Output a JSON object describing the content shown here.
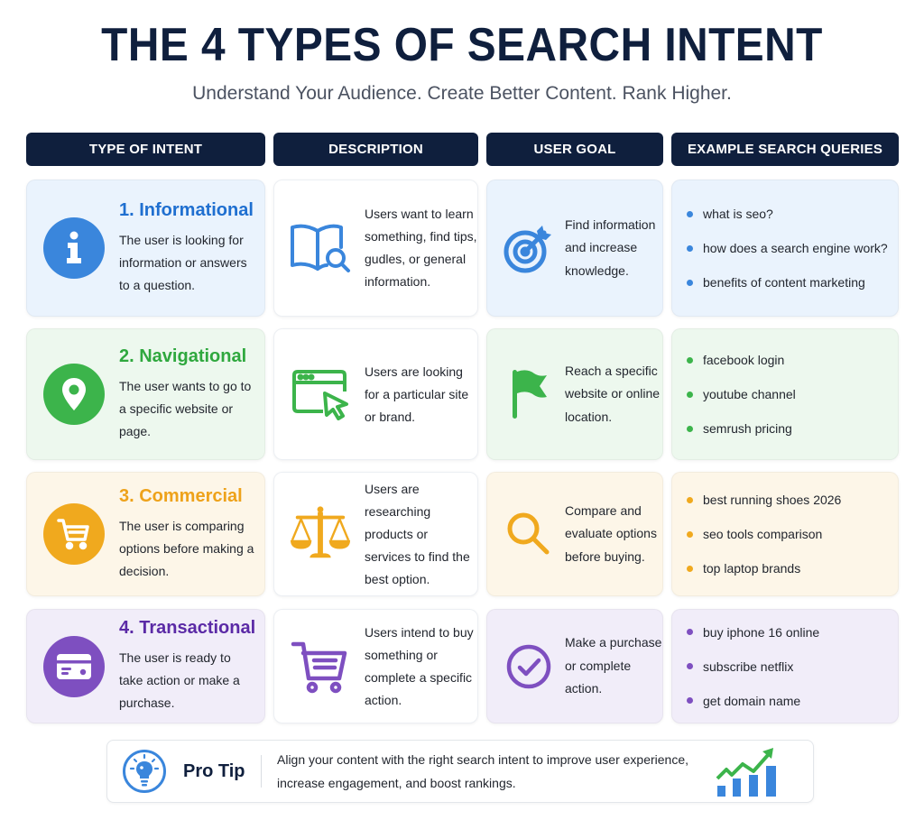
{
  "header": {
    "title": "THE 4  TYPES OF SEARCH INTENT",
    "subtitle": "Understand Your Audience. Create Better Content. Rank Higher."
  },
  "columns": [
    "TYPE OF INTENT",
    "DESCRIPTION",
    "USER GOAL",
    "EXAMPLE SEARCH QUERIES"
  ],
  "colors": {
    "navy": "#0f1f3d",
    "informational": "#3a86dc",
    "navigational": "#3cb44b",
    "commercial": "#f0a91e",
    "transactional": "#7e4fc0"
  },
  "rows": [
    {
      "type_name": "1. Informational",
      "type_desc": "The user is looking for information or answers to a question.",
      "type_icon": "info-icon",
      "description": "Users want to learn something, find tips, gudles, or general information.",
      "description_icon": "book-search-icon",
      "goal": "Find information and increase knowledge.",
      "goal_icon": "target-icon",
      "examples": [
        "what is seo?",
        "how does a search engine work?",
        "benefits of content marketing"
      ]
    },
    {
      "type_name": "2. Navigational",
      "type_desc": "The user wants to go to a specific website or page.",
      "type_icon": "location-pin-icon",
      "description": "Users are looking for a particular site or brand.",
      "description_icon": "browser-cursor-icon",
      "goal": "Reach a specific website or online location.",
      "goal_icon": "flag-icon",
      "examples": [
        "facebook login",
        "youtube channel",
        "semrush pricing"
      ]
    },
    {
      "type_name": "3. Commercial",
      "type_desc": "The user is comparing options before making a decision.",
      "type_icon": "cart-icon",
      "description": "Users are researching products or services to find the best option.",
      "description_icon": "scales-icon",
      "goal": "Compare and evaluate options before buying.",
      "goal_icon": "magnifier-icon",
      "examples": [
        "best running shoes 2026",
        "seo tools comparison",
        "top laptop brands"
      ]
    },
    {
      "type_name": "4. Transactional",
      "type_desc": "The user is ready to take action or make a purchase.",
      "type_icon": "credit-card-icon",
      "description": "Users intend to buy something or complete a specific action.",
      "description_icon": "shopping-cart-icon",
      "goal": "Make a purchase or complete action.",
      "goal_icon": "check-circle-icon",
      "examples": [
        "buy iphone 16 online",
        "subscribe netflix",
        "get domain name"
      ]
    }
  ],
  "pro_tip": {
    "label": "Pro Tip",
    "text": "Align your content with the right search intent to improve user experience, increase engagement, and boost rankings.",
    "icon": "lightbulb-icon",
    "chart_icon": "growth-chart-icon"
  }
}
